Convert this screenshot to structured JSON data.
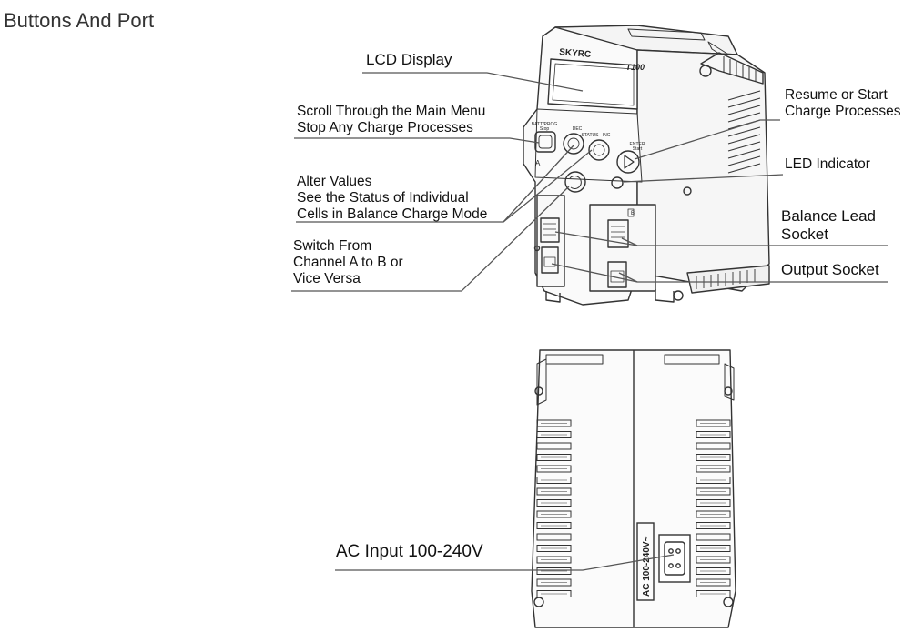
{
  "page": {
    "title": "Buttons And Port"
  },
  "device": {
    "brand": "SKYRC",
    "model": "T100",
    "buttons": {
      "batt_prog": "BATT/PROG",
      "stop": "Stop",
      "dec": "DEC",
      "status": "STATUS",
      "inc": "INC",
      "enter": "ENTER",
      "start": "Start"
    },
    "channel_a": "A",
    "channel_b": "B",
    "ac_rating": "AC 100-240V~"
  },
  "callouts": {
    "lcd_display": "LCD Display",
    "scroll_menu": [
      "Scroll Through the Main Menu",
      "Stop Any Charge Processes"
    ],
    "alter_values": [
      "Alter Values",
      "See the Status of Individual",
      "Cells in Balance Charge Mode"
    ],
    "switch_channel": [
      "Switch From",
      "Channel A to B or",
      "Vice Versa"
    ],
    "resume_start": [
      "Resume or Start",
      "Charge Processes"
    ],
    "led_indicator": "LED Indicator",
    "balance_lead": [
      "Balance Lead",
      "Socket"
    ],
    "output_socket": "Output Socket",
    "ac_input": "AC Input 100-240V"
  }
}
